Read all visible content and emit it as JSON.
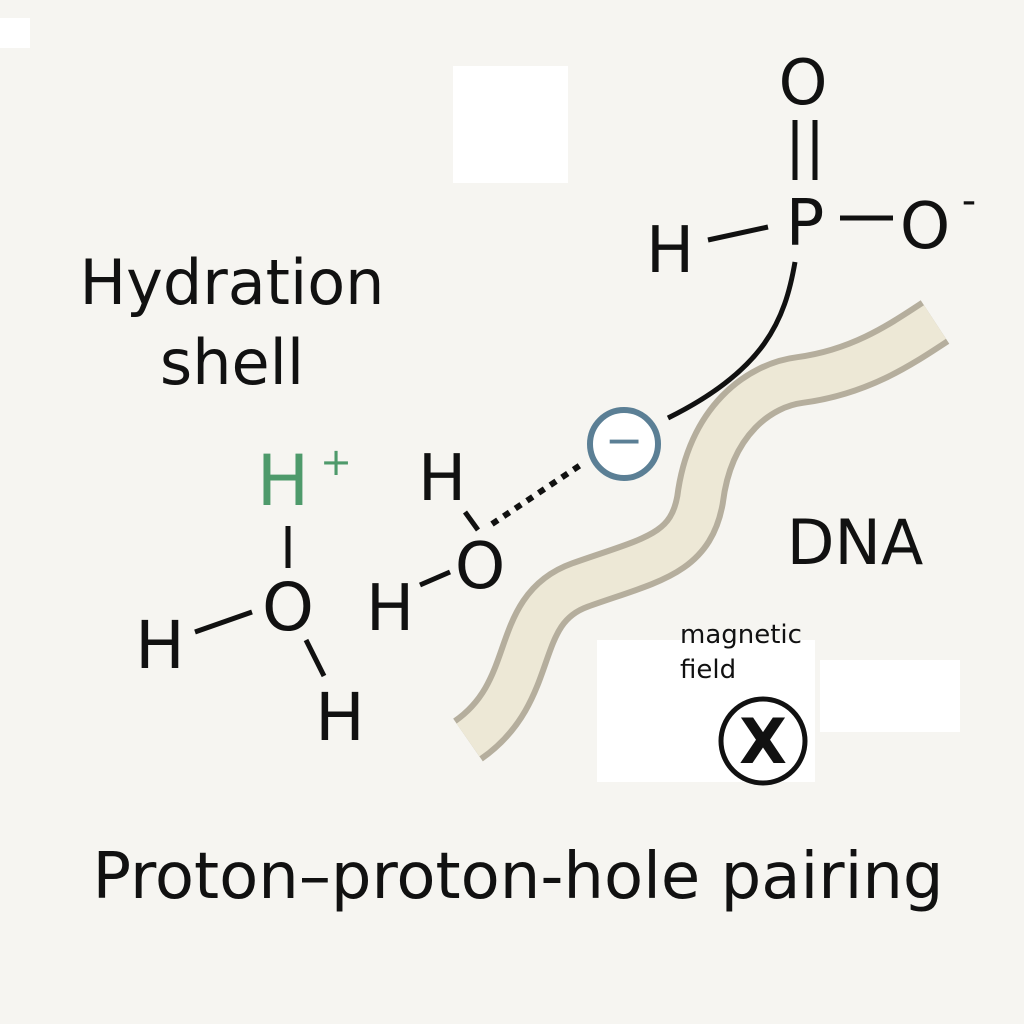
{
  "colors": {
    "background": "#f6f5f1",
    "ink": "#111111",
    "proton_green": "#4e9a6b",
    "charge_blue": "#5b7f95",
    "dna_fill": "#ede8d6",
    "dna_edge": "#b5ae9d",
    "patch_white": "#ffffff"
  },
  "labels": {
    "hydration_line1": "Hydration",
    "hydration_line2": "shell",
    "dna": "DNA",
    "magnetic_line1": "magnetic",
    "magnetic_line2": "field",
    "field_symbol": "X",
    "caption": "Proton–proton-hole pairing"
  },
  "phosphate": {
    "top_o": "O",
    "p": "P",
    "h": "H",
    "right_o": "O",
    "charge_sign": "-"
  },
  "hydronium": {
    "h_plus": "H",
    "plus_sign": "+",
    "o": "O",
    "h_left": "H",
    "h_bottom": "H"
  },
  "water": {
    "h_top": "H",
    "o": "O",
    "h_left": "H"
  },
  "charge_marker": {
    "sign": "−"
  }
}
